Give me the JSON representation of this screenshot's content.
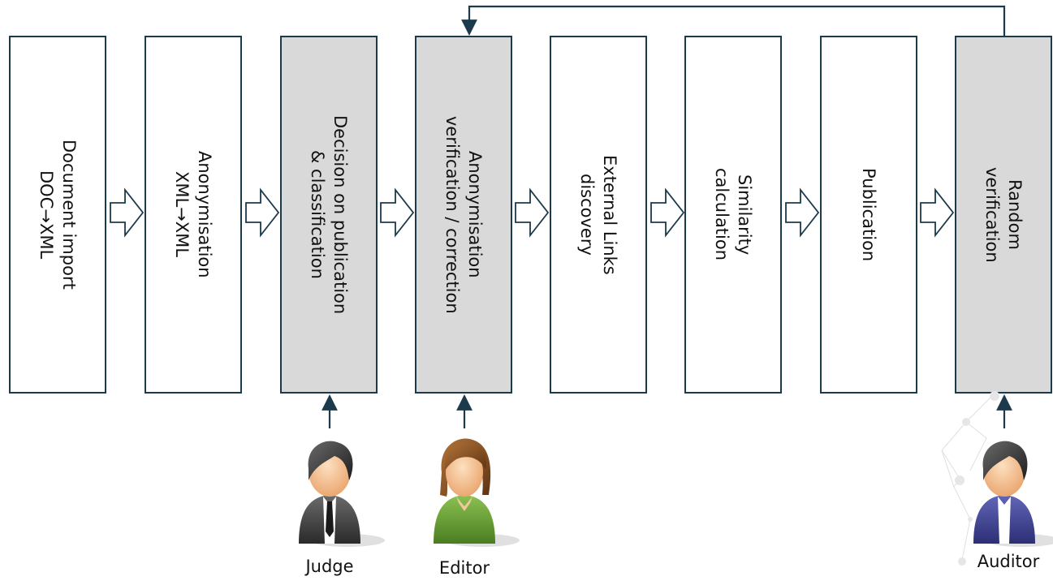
{
  "steps": [
    {
      "label": "Document import\nDOC→XML",
      "highlighted": false
    },
    {
      "label": "Anonymisation\nXML→XML",
      "highlighted": false
    },
    {
      "label": "Decision on publication\n& classification",
      "highlighted": true
    },
    {
      "label": "Anonymisation\nverification / correction",
      "highlighted": true
    },
    {
      "label": "External Links\ndiscovery",
      "highlighted": false
    },
    {
      "label": "Similarity\ncalculation",
      "highlighted": false
    },
    {
      "label": "Publication",
      "highlighted": false
    },
    {
      "label": "Random\nverification",
      "highlighted": true
    }
  ],
  "roles": {
    "judge": "Judge",
    "editor": "Editor",
    "auditor": "Auditor"
  },
  "colors": {
    "border": "#1b3a4b",
    "highlight_fill": "#d9d9d9",
    "judge_shirt": "#3a3a3a",
    "editor_shirt": "#5e9b2f",
    "auditor_shirt": "#3c3f8f"
  }
}
